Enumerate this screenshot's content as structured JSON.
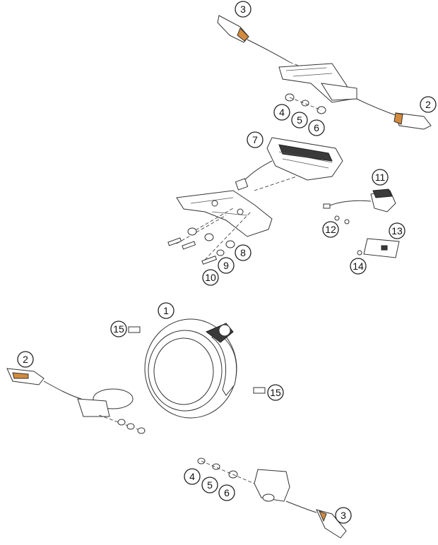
{
  "callouts": [
    {
      "label": "3"
    },
    {
      "label": "2"
    },
    {
      "label": "4"
    },
    {
      "label": "5"
    },
    {
      "label": "6"
    },
    {
      "label": "7"
    },
    {
      "label": "11"
    },
    {
      "label": "12"
    },
    {
      "label": "13"
    },
    {
      "label": "14"
    },
    {
      "label": "8"
    },
    {
      "label": "9"
    },
    {
      "label": "10"
    },
    {
      "label": "1"
    },
    {
      "label": "15"
    },
    {
      "label": "2"
    },
    {
      "label": "15"
    },
    {
      "label": "4"
    },
    {
      "label": "5"
    },
    {
      "label": "6"
    },
    {
      "label": "3"
    }
  ],
  "parts": [
    {
      "icon": "turn-signal-icon"
    },
    {
      "icon": "turn-signal-icon"
    },
    {
      "icon": "bracket-icon"
    },
    {
      "icon": "washer-icon"
    },
    {
      "icon": "tail-light-icon"
    },
    {
      "icon": "license-plate-light-icon"
    },
    {
      "icon": "reflector-icon"
    },
    {
      "icon": "screw-icon"
    },
    {
      "icon": "headlight-icon"
    },
    {
      "icon": "mount-clamp-icon"
    }
  ]
}
